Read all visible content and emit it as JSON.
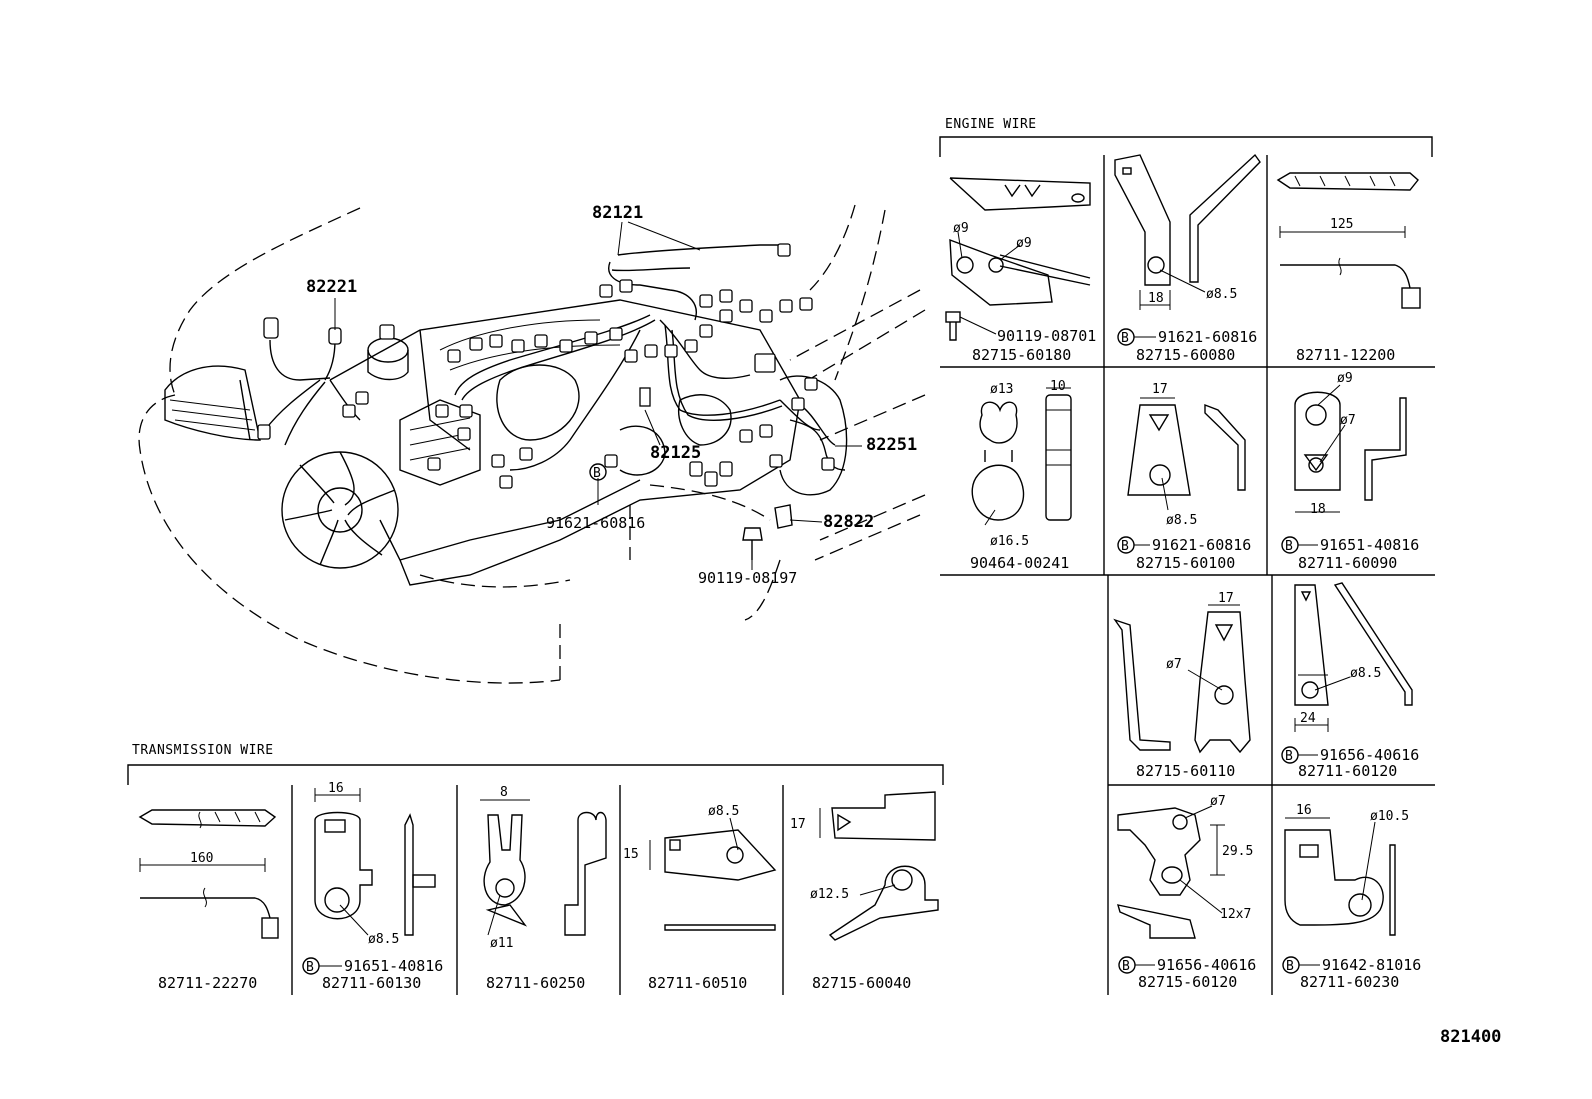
{
  "sections": {
    "engine_wire": "ENGINE WIRE",
    "transmission_wire": "TRANSMISSION WIRE"
  },
  "diagram_id": "821400",
  "bolt_symbol": "B",
  "main_callouts": {
    "c82121": "82121",
    "c82221": "82221",
    "c82125": "82125",
    "c82251": "82251",
    "c82822": "82822",
    "c91621": "91621-60816",
    "c90119": "90119-08197"
  },
  "engine_cells": {
    "r1c1": {
      "dim_a": "ø9",
      "dim_b": "ø9",
      "bolt": "90119-08701",
      "part": "82715-60180"
    },
    "r1c2": {
      "dim_w": "18",
      "dim_hole": "ø8.5",
      "bolt": "91621-60816",
      "part": "82715-60080"
    },
    "r1c3": {
      "dim_len": "125",
      "part": "82711-12200"
    },
    "r2c1": {
      "dim_a": "ø13",
      "dim_b": "10",
      "dim_c": "ø16.5",
      "part": "90464-00241"
    },
    "r2c2": {
      "dim_w": "17",
      "dim_hole": "ø8.5",
      "bolt": "91621-60816",
      "part": "82715-60100"
    },
    "r2c3": {
      "dim_a": "ø9",
      "dim_b": "ø7",
      "dim_w": "18",
      "bolt": "91651-40816",
      "part": "82711-60090"
    },
    "r3c2": {
      "dim_w": "17",
      "dim_hole": "ø7",
      "part": "82715-60110"
    },
    "r3c3": {
      "dim_hole": "ø8.5",
      "dim_w": "24",
      "bolt": "91656-40616",
      "part": "82711-60120"
    },
    "r4c2": {
      "dim_hole": "ø7",
      "dim_h": "29.5",
      "dim_slot": "12x7",
      "bolt": "91656-40616",
      "part": "82715-60120"
    },
    "r4c3": {
      "dim_w": "16",
      "dim_hole": "ø10.5",
      "bolt": "91642-81016",
      "part": "82711-60230"
    }
  },
  "trans_cells": {
    "t1": {
      "dim_len": "160",
      "part": "82711-22270"
    },
    "t2": {
      "dim_w": "16",
      "dim_hole": "ø8.5",
      "bolt": "91651-40816",
      "part": "82711-60130"
    },
    "t3": {
      "dim_w": "8",
      "dim_hole": "ø11",
      "part": "82711-60250"
    },
    "t4": {
      "dim_hole": "ø8.5",
      "dim_h": "15",
      "part": "82711-60510"
    },
    "t5": {
      "dim_h": "17",
      "dim_hole": "ø12.5",
      "part": "82715-60040"
    }
  }
}
